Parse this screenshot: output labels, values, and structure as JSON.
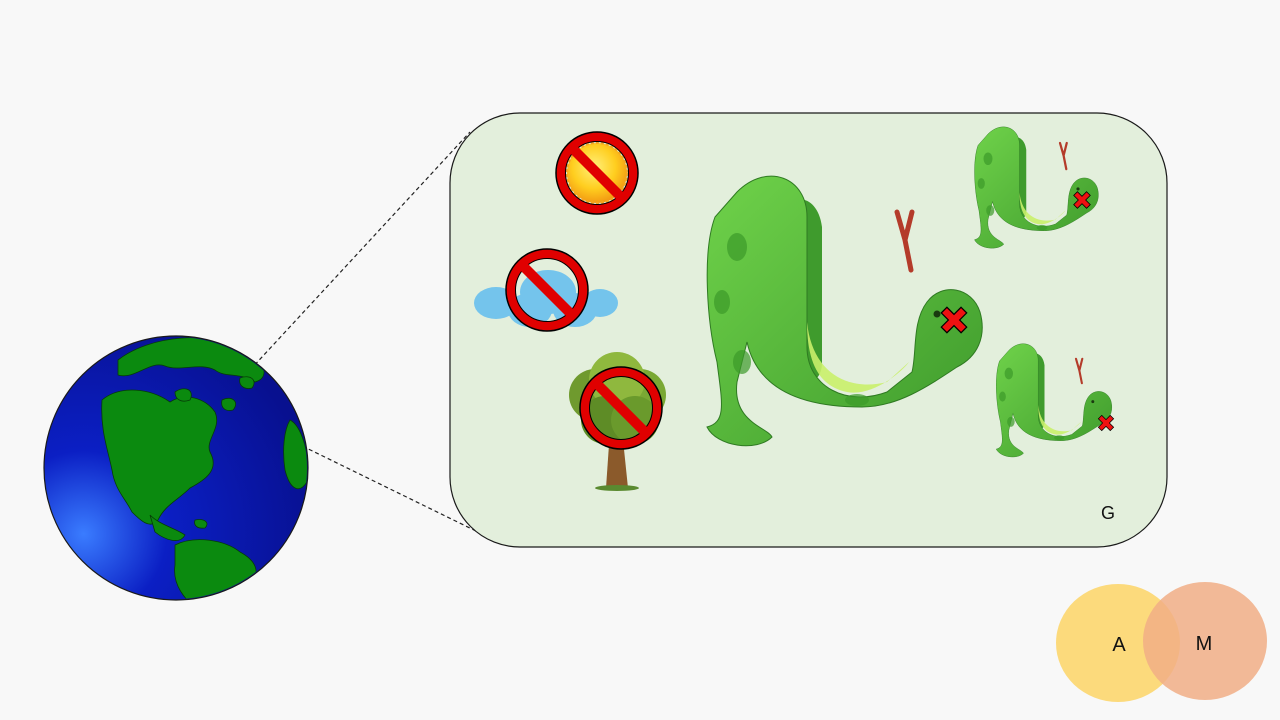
{
  "panel": {
    "label": "G",
    "background": "#e3efdc",
    "border": "#000000"
  },
  "venn": {
    "left_label": "A",
    "right_label": "M",
    "left_color": "#fcd56a",
    "right_color": "#f1ae86"
  },
  "icons": {
    "globe": "earth-globe-icon",
    "sun": "sun-icon",
    "cloud": "cloud-icon",
    "tree": "tree-icon",
    "prohibit": "no-symbol-icon",
    "snake": "snake-icon",
    "cross": "red-cross-icon"
  },
  "colors": {
    "ocean": "#0a11a8",
    "land": "#0b8a0f",
    "prohibit_red": "#ff0000",
    "snake_green": "#5cc13a"
  }
}
